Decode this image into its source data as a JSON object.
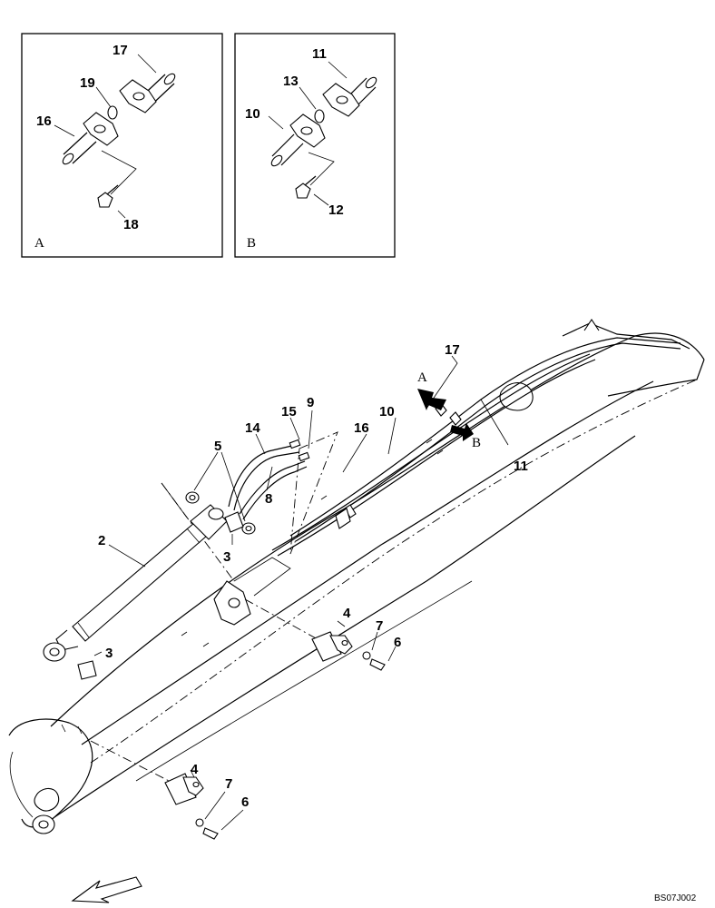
{
  "detail_views": [
    {
      "letter": "A",
      "labels": {
        "pipe_upper": "17",
        "oring": "19",
        "pipe_lower": "16",
        "bolt": "18"
      }
    },
    {
      "letter": "B",
      "labels": {
        "pipe_upper": "11",
        "oring": "13",
        "pipe_lower": "10",
        "bolt": "12"
      }
    }
  ],
  "main_view": {
    "callouts": {
      "boom_top_pipe": "17",
      "boom_side_pipe": "11",
      "line_16": "16",
      "line_10": "10",
      "hose_15": "15",
      "hose_9": "9",
      "hose_14": "14",
      "hose_8": "8",
      "oring_5": "5",
      "bushing_upper": "3",
      "cylinder": "2",
      "bushing_lower": "3",
      "pin_upper": "4",
      "washer_upper": "7",
      "bolt_upper": "6",
      "pin_lower": "4",
      "washer_lower": "7",
      "bolt_lower": "6"
    },
    "view_markers": {
      "a": "A",
      "b": "B"
    }
  },
  "drawing_code": "BS07J002"
}
